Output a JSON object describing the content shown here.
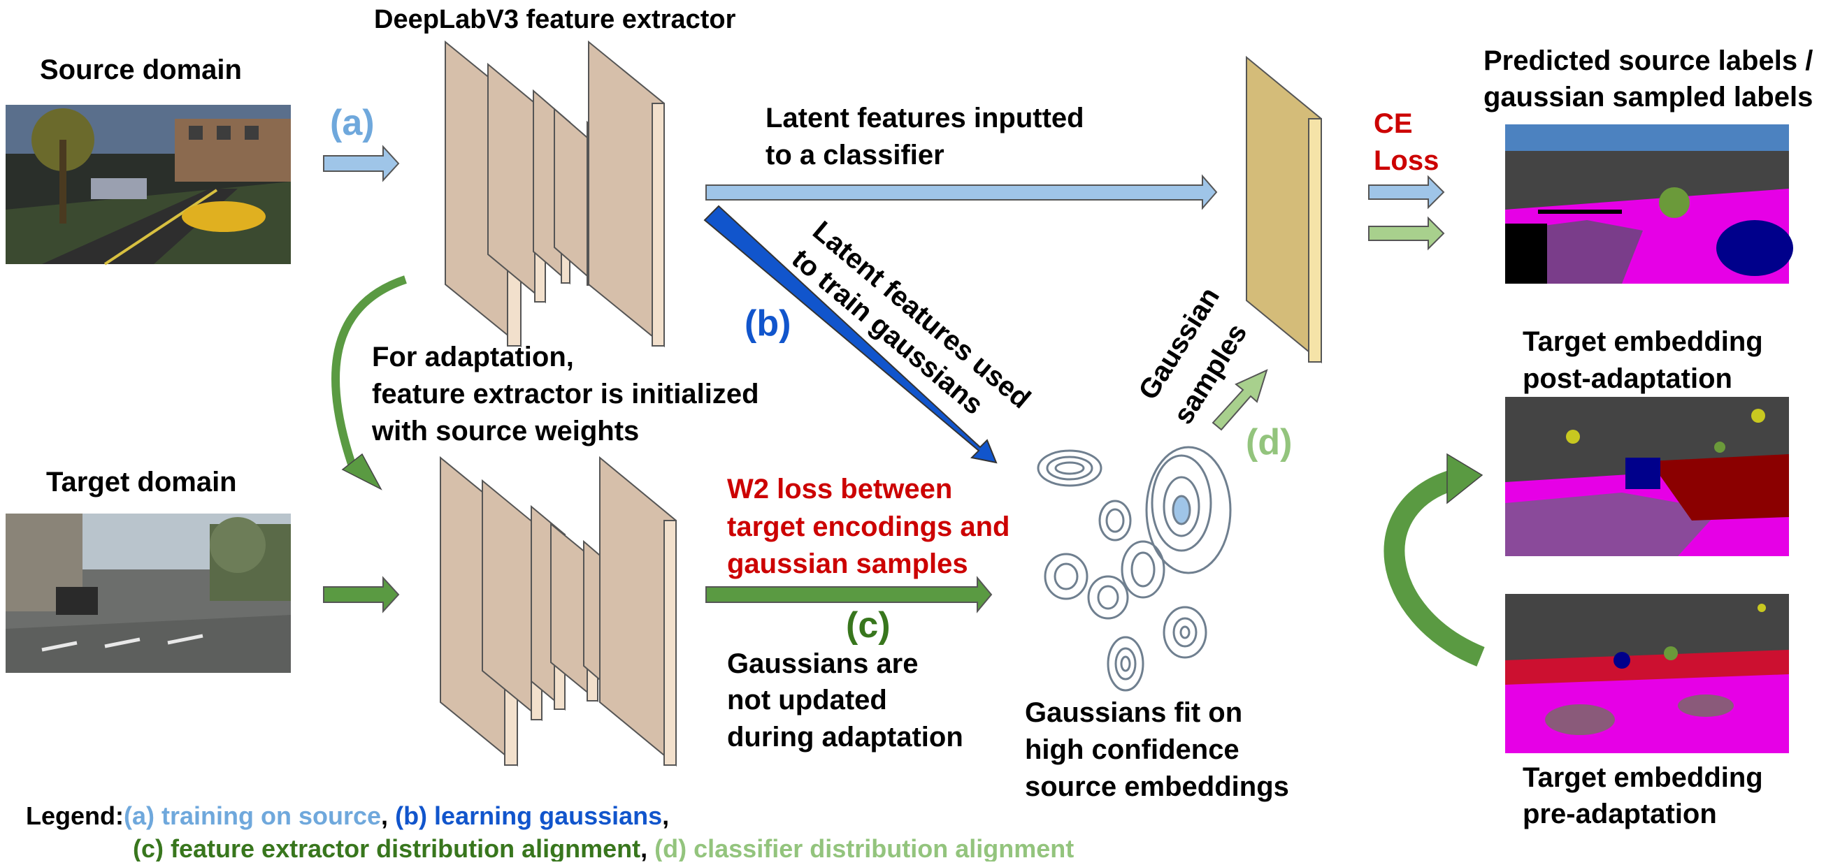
{
  "title": "DeepLabV3 feature extractor",
  "labels": {
    "source_domain": "Source domain",
    "target_domain": "Target domain",
    "tag_a": "(a)",
    "tag_b": "(b)",
    "tag_c": "(c)",
    "tag_d": "(d)",
    "latent_classifier_1": "Latent features inputted",
    "latent_classifier_2": "to a classifier",
    "latent_gauss_1": "Latent features used",
    "latent_gauss_2": "to train gaussians",
    "adapt_1": "For adaptation,",
    "adapt_2": "feature extractor is initialized",
    "adapt_3": "with source weights",
    "w2_1": "W2 loss between",
    "w2_2": "target encodings and",
    "w2_3": "gaussian samples",
    "not_updated_1": "Gaussians are",
    "not_updated_2": "not updated",
    "not_updated_3": "during adaptation",
    "gauss_fit_1": "Gaussians fit on",
    "gauss_fit_2": "high confidence",
    "gauss_fit_3": "source embeddings",
    "gauss_samples_1": "Gaussian",
    "gauss_samples_2": "samples",
    "ce_1": "CE",
    "ce_2": "Loss",
    "predicted_1": "Predicted source labels /",
    "predicted_2": "gaussian sampled labels",
    "post_1": "Target embedding",
    "post_2": "post-adaptation",
    "pre_1": "Target embedding",
    "pre_2": "pre-adaptation"
  },
  "legend": {
    "prefix": "Legend:",
    "a": "(a) training on source",
    "b": "(b) learning gaussians",
    "c": "(c) feature extractor distribution alignment",
    "d": "(d) classifier distribution alignment",
    "comma": ","
  },
  "colors": {
    "light_blue": "#6fa8dc",
    "dark_blue": "#1155cc",
    "dark_green": "#38761d",
    "light_green": "#93c47d",
    "red": "#cc0000",
    "panel": "#d6bfaa",
    "classifier": "#d4bc79"
  }
}
